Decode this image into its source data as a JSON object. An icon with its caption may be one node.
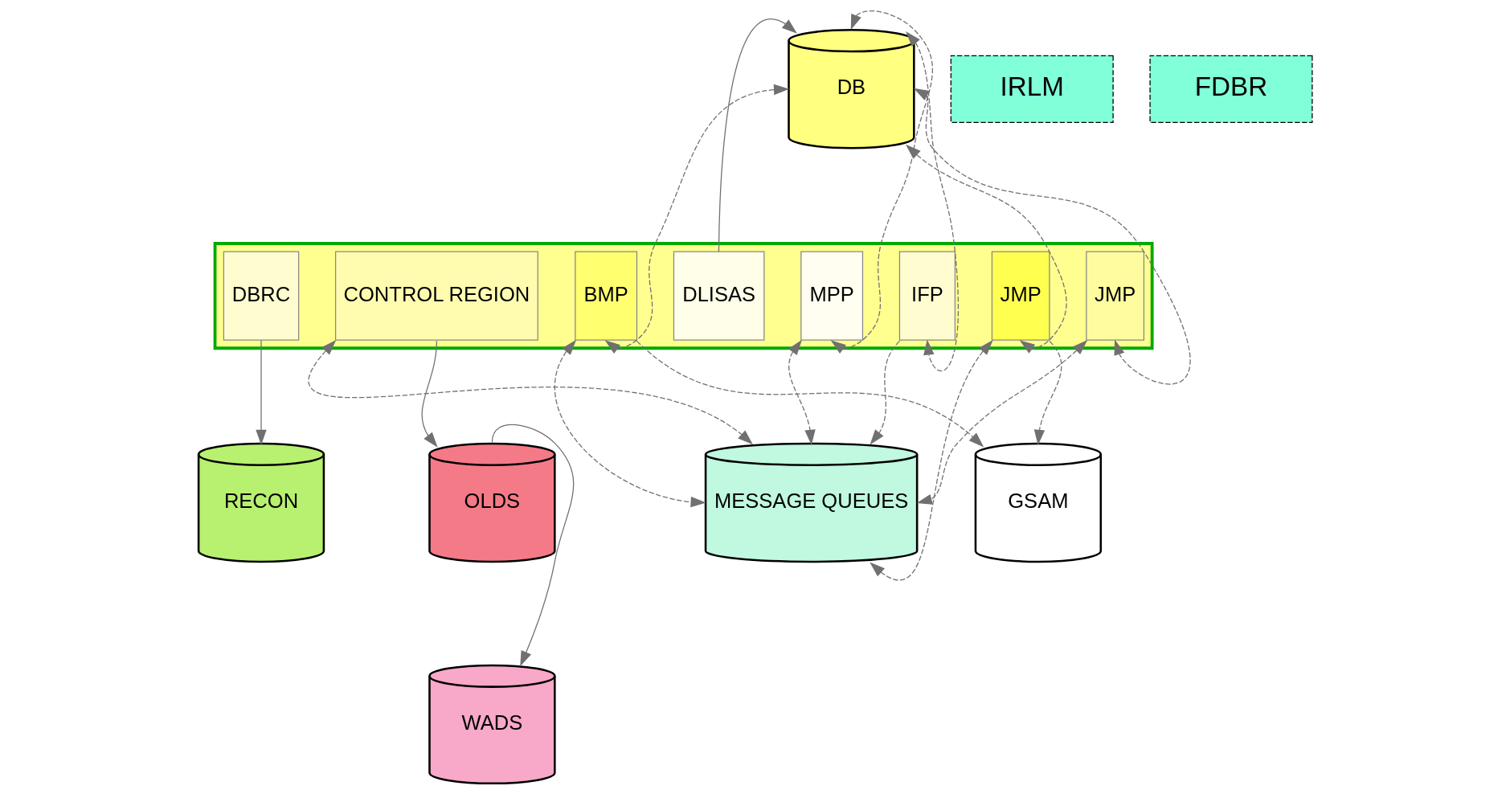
{
  "diagram": {
    "nodes": [
      {
        "text": [],
        "shape": "bar"
      },
      {
        "text": [
          "CONTROL REGION"
        ],
        "in": 0
      },
      {
        "text": [
          "DBRC"
        ],
        "in": 0
      },
      {
        "text": [
          "DLISAS"
        ],
        "in": 0
      },
      {
        "text": [
          "MPP"
        ],
        "in": 0
      },
      {
        "text": [
          "IFP"
        ],
        "in": 0
      },
      {
        "text": [
          "JMP"
        ],
        "in": 0
      },
      {
        "text": [
          "BMP"
        ],
        "in": 0
      },
      {
        "text": [
          "JMP"
        ],
        "in": 0
      },
      {
        "text": [
          "OLDS"
        ]
      },
      {
        "text": [
          "RECON"
        ]
      },
      {
        "text": [
          "DB"
        ]
      },
      {
        "text": [
          "GSAM"
        ]
      },
      {
        "text": [
          "WADS"
        ]
      },
      {
        "text": [
          "MESSAGE QUEUES"
        ]
      },
      {
        "text": [
          "IRLM"
        ]
      },
      {
        "text": [
          "FDBR"
        ]
      }
    ],
    "edges": [
      {
        "from": 1,
        "to": 9,
        "arrow": "to"
      },
      {
        "from": 2,
        "to": 10,
        "arrow": "to"
      },
      {
        "from": 3,
        "to": 11,
        "arrow": "to"
      },
      {
        "from": 9,
        "to": 13,
        "arrow": "to"
      },
      {
        "from": 1,
        "to": 14,
        "arrow": "both",
        "style": "dashed"
      },
      {
        "from": 11,
        "to": 4,
        "arrow": "both",
        "style": "dashed"
      },
      {
        "from": 11,
        "to": 5,
        "arrow": "both",
        "style": "dashed"
      },
      {
        "from": 11,
        "to": 6,
        "arrow": "both",
        "style": "dashed"
      },
      {
        "from": 11,
        "to": 7,
        "arrow": "both",
        "style": "dashed"
      },
      {
        "from": 11,
        "to": 8,
        "arrow": "both",
        "style": "dashed"
      },
      {
        "from": 4,
        "to": 14,
        "arrow": "both",
        "style": "dashed"
      },
      {
        "from": 5,
        "to": 14,
        "arrow": "to",
        "style": "dashed"
      },
      {
        "from": 6,
        "to": 14,
        "arrow": "both",
        "style": "dashed"
      },
      {
        "from": 7,
        "to": 14,
        "arrow": "both",
        "style": "dashed"
      },
      {
        "from": 8,
        "to": 14,
        "arrow": "both",
        "style": "dashed"
      },
      {
        "from": 7,
        "to": 12,
        "arrow": "to",
        "style": "dashed"
      },
      {
        "from": 8,
        "to": 12,
        "arrow": "to",
        "style": "dashed"
      }
    ]
  }
}
